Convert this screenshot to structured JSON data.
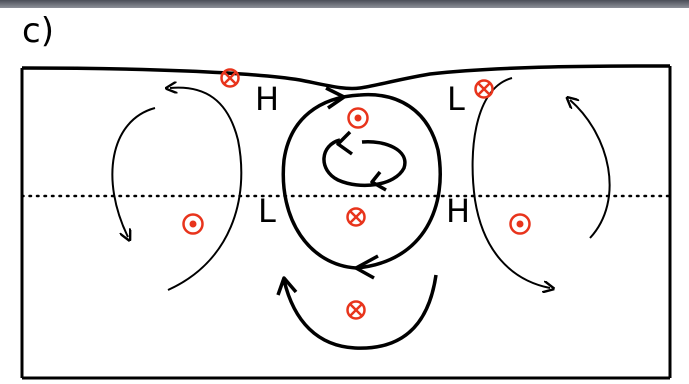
{
  "panel_label": "c)",
  "labels": {
    "h_left": "H",
    "l_right": "L",
    "l_mid": "L",
    "h_mid": "H"
  },
  "symbols": {
    "into_page": "into-page-cross-symbol",
    "out_of_page": "out-of-page-dot-symbol"
  },
  "colors": {
    "ink": "#000000",
    "symbol_red": "#e8341c",
    "background": "#ffffff",
    "top_strip": "#5b5f68"
  }
}
